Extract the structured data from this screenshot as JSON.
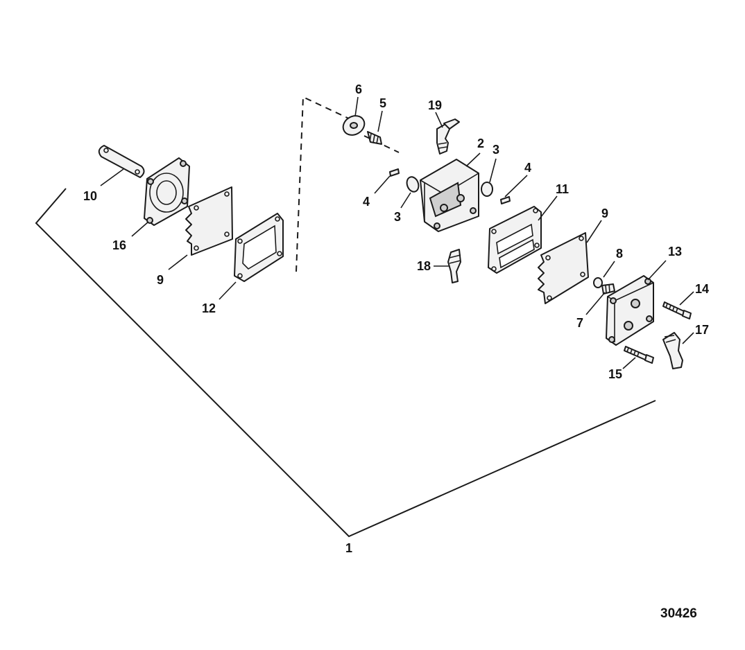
{
  "figure_number": "30426",
  "callouts": {
    "c1": "1",
    "c2": "2",
    "c3a": "3",
    "c3b": "3",
    "c4a": "4",
    "c4b": "4",
    "c5": "5",
    "c6": "6",
    "c7": "7",
    "c8": "8",
    "c9a": "9",
    "c9b": "9",
    "c10": "10",
    "c11": "11",
    "c12": "12",
    "c13": "13",
    "c14": "14",
    "c15": "15",
    "c16": "16",
    "c17": "17",
    "c18": "18",
    "c19": "19"
  }
}
